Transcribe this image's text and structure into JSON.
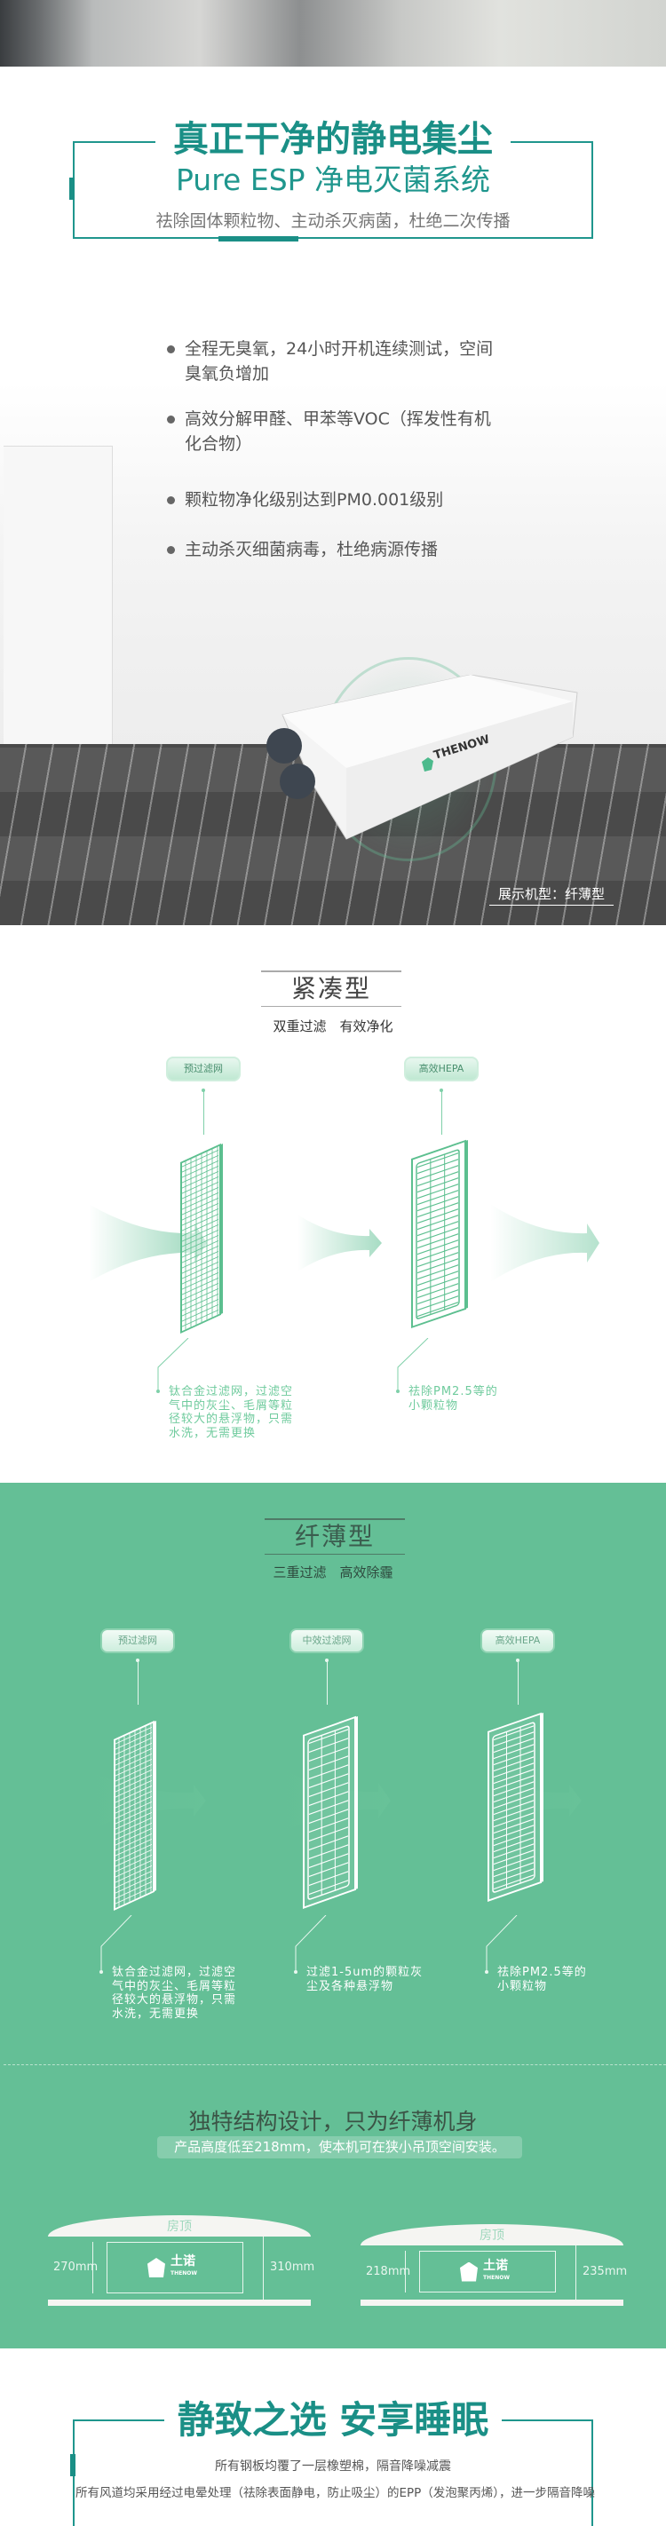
{
  "hero": {
    "title": "真正干净的静电集尘",
    "subtitle": "Pure ESP 净电灭菌系统",
    "tagline": "祛除固体颗粒物、主动杀灭病菌，杜绝二次传播"
  },
  "features": [
    {
      "line1": "全程无臭氧，24小时开机连续测试，空间",
      "line2": "臭氧负增加"
    },
    {
      "line1": "高效分解甲醛、甲苯等VOC（挥发性有机",
      "line2": "化合物）"
    },
    {
      "line1": "颗粒物净化级别达到PM0.001级别",
      "line2": ""
    },
    {
      "line1": "主动杀灭细菌病毒，杜绝病源传播",
      "line2": ""
    }
  ],
  "product": {
    "brand": "THENOW",
    "caption": "展示机型：纤薄型"
  },
  "compact": {
    "title": "紧凑型",
    "subtitle": "双重过滤　有效净化",
    "filters": [
      {
        "tag": "预过滤网",
        "desc": [
          "钛合金过滤网，过滤空",
          "气中的灰尘、毛屑等粒",
          "径较大的悬浮物，只需",
          "水洗，无需更换"
        ]
      },
      {
        "tag": "高效HEPA",
        "desc": [
          "祛除PM2.5等的",
          "小颗粒物"
        ]
      }
    ]
  },
  "slim": {
    "title": "纤薄型",
    "subtitle": "三重过滤　高效除霾",
    "filters": [
      {
        "tag": "预过滤网",
        "desc": [
          "钛合金过滤网，过滤空",
          "气中的灰尘、毛屑等粒",
          "径较大的悬浮物，只需",
          "水洗，无需更换"
        ]
      },
      {
        "tag": "中效过滤网",
        "desc": [
          "过滤1-5um的颗粒灰",
          "尘及各种悬浮物"
        ]
      },
      {
        "tag": "高效HEPA",
        "desc": [
          "祛除PM2.5等的",
          "小颗粒物"
        ]
      }
    ]
  },
  "structure": {
    "title": "独特结构设计，只为纤薄机身",
    "note": "产品高度低至218mm，使本机可在狭小吊顶空间安装。",
    "diagrams": [
      {
        "roof": "房顶",
        "unit_height": "270mm",
        "space_height": "310mm",
        "logo_cn": "土诺",
        "logo_en": "THENOW"
      },
      {
        "roof": "房顶",
        "unit_height": "218mm",
        "space_height": "235mm",
        "logo_cn": "土诺",
        "logo_en": "THENOW"
      }
    ]
  },
  "quiet": {
    "title": "静致之选 安享睡眠",
    "line1": "所有钢板均覆了一层橡塑棉，隔音降噪减震",
    "line2": "所有风道均采用经过电晕处理（祛除表面静电，防止吸尘）的EPP（发泡聚丙烯），进一步隔音降噪"
  },
  "colors": {
    "teal": "#1a8f86",
    "green": "#64bf96",
    "filter": "#5cbf8f"
  }
}
